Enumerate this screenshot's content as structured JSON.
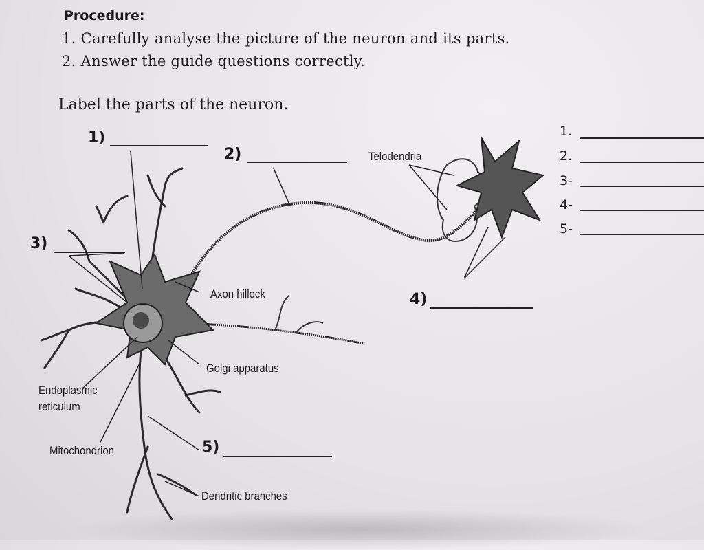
{
  "procedure": {
    "heading": "Procedure:",
    "steps": [
      "1. Carefully analyse the picture of the neuron and its parts.",
      "2. Answer the guide questions correctly."
    ]
  },
  "label_title": "Label the parts of the neuron.",
  "diagram": {
    "blanks": [
      "1)",
      "2)",
      "3)",
      "4)",
      "5)"
    ],
    "given_labels": {
      "telodendria": "Telodendria",
      "axon_hillock": "Axon hillock",
      "golgi": "Golgi apparatus",
      "er_line1": "Endoplasmic",
      "er_line2": "reticulum",
      "mitochondrion": "Mitochondrion",
      "dendritic": "Dendritic branches"
    }
  },
  "answer_list": [
    "1.",
    "2.",
    "3-",
    "4-",
    "5-"
  ]
}
